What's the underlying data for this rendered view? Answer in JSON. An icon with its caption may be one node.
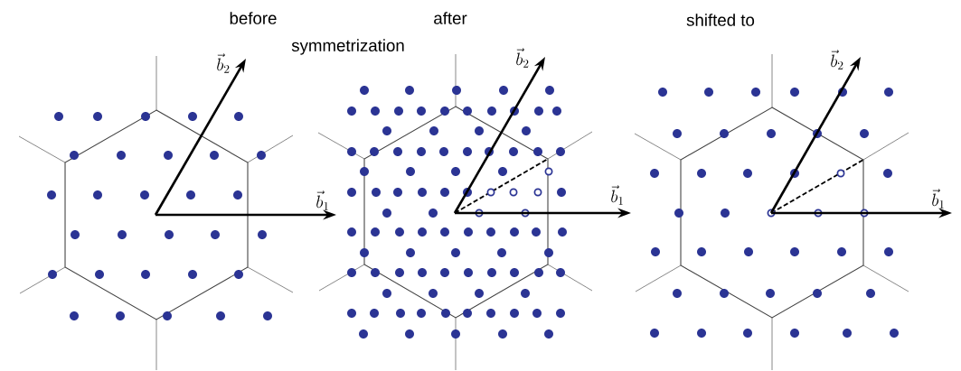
{
  "diagram": {
    "labels": [
      "before",
      "after",
      "symmetrization",
      "shifted to",
      "\\vec{b}_2",
      "\\vec{b}_2",
      "\\vec{b}_2",
      "\\vec{b}_1",
      "\\vec{b}_1",
      "\\vec{b}_1"
    ]
  }
}
